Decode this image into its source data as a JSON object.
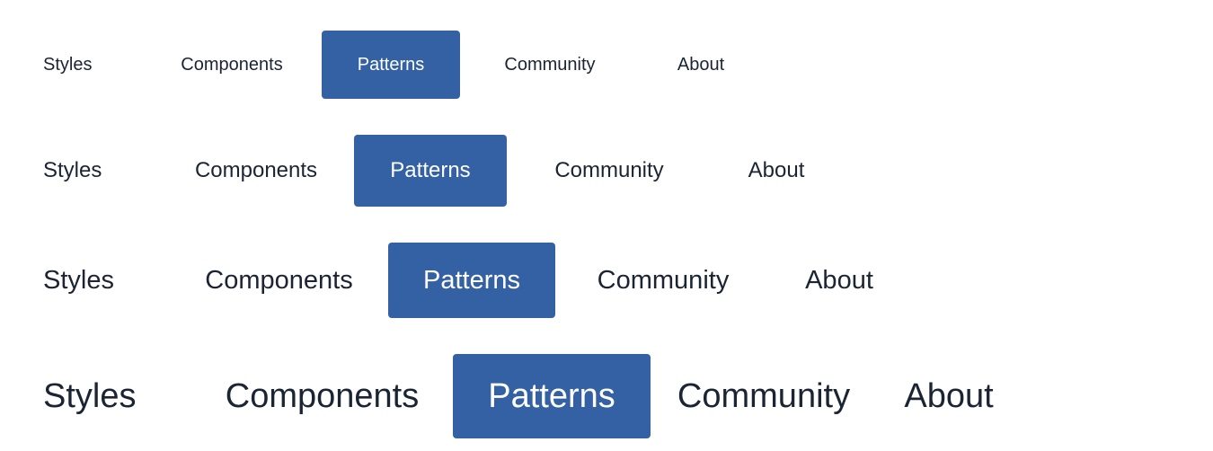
{
  "colors": {
    "active_background": "#3460a4",
    "active_text": "#ffffff",
    "text": "#1b2433",
    "background": "#ffffff"
  },
  "nav_rows": [
    {
      "size": "small",
      "items": [
        {
          "label": "Styles",
          "active": false
        },
        {
          "label": "Components",
          "active": false
        },
        {
          "label": "Patterns",
          "active": true
        },
        {
          "label": "Community",
          "active": false
        },
        {
          "label": "About",
          "active": false
        }
      ]
    },
    {
      "size": "medium",
      "items": [
        {
          "label": "Styles",
          "active": false
        },
        {
          "label": "Components",
          "active": false
        },
        {
          "label": "Patterns",
          "active": true
        },
        {
          "label": "Community",
          "active": false
        },
        {
          "label": "About",
          "active": false
        }
      ]
    },
    {
      "size": "large",
      "items": [
        {
          "label": "Styles",
          "active": false
        },
        {
          "label": "Components",
          "active": false
        },
        {
          "label": "Patterns",
          "active": true
        },
        {
          "label": "Community",
          "active": false
        },
        {
          "label": "About",
          "active": false
        }
      ]
    },
    {
      "size": "extra-large",
      "items": [
        {
          "label": "Styles",
          "active": false
        },
        {
          "label": "Components",
          "active": false
        },
        {
          "label": "Patterns",
          "active": true
        },
        {
          "label": "Community",
          "active": false
        },
        {
          "label": "About",
          "active": false
        }
      ]
    }
  ]
}
